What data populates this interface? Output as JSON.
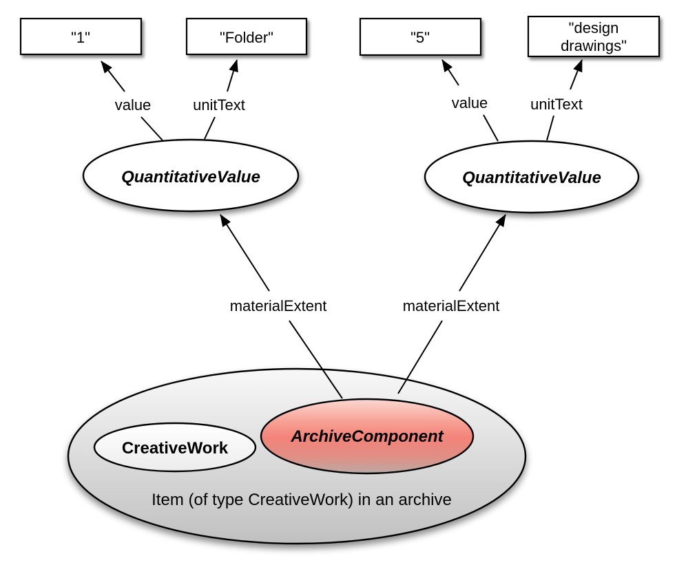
{
  "literals": {
    "one": "\"1\"",
    "folder": "\"Folder\"",
    "five": "\"5\"",
    "design_line1": "\"design",
    "design_line2": "drawings\""
  },
  "nodes": {
    "qv_left": "QuantitativeValue",
    "qv_right": "QuantitativeValue",
    "creative_work": "CreativeWork",
    "archive_component": "ArchiveComponent",
    "container_caption": "Item (of type CreativeWork) in an archive"
  },
  "edge_labels": {
    "value_left": "value",
    "unittext_left": "unitText",
    "value_right": "value",
    "unittext_right": "unitText",
    "material_left": "materialExtent",
    "material_right": "materialExtent"
  },
  "colors": {
    "red_top": "#fbd9d3",
    "red_mid_high": "#f7a195",
    "red_core": "#f3837a",
    "red_low": "#e08f85",
    "red_bottom": "#bba9a4",
    "gray_top": "#f8f8f8",
    "gray_mid": "#d9d9d9",
    "gray_bottom": "#c0c0c0",
    "white_top": "#ffffff",
    "white_bottom": "#ececec",
    "stroke": "#000000"
  }
}
